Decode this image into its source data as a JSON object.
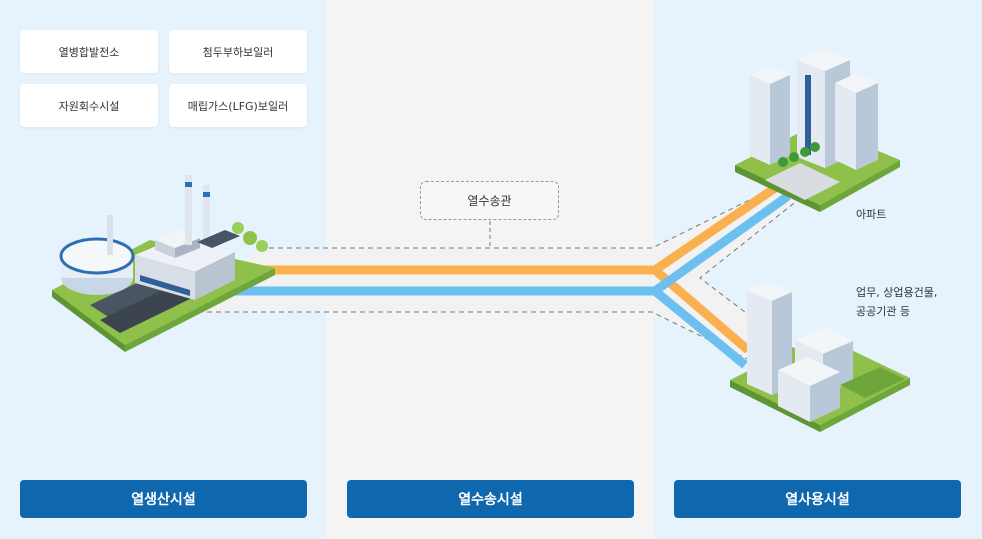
{
  "production": {
    "facilities": [
      "열병합발전소",
      "첨두부하보일러",
      "자원회수시설",
      "매립가스(LFG)보일러"
    ],
    "section_label": "열생산시설"
  },
  "transport": {
    "pipe_label": "열수송관",
    "section_label": "열수송시설"
  },
  "usage": {
    "apartment_label": "아파트",
    "commercial_label_line1": "업무, 상업용건물,",
    "commercial_label_line2": "공공기관 등",
    "section_label": "열사용시설"
  },
  "colors": {
    "supply_pipe": "#fbb050",
    "return_pipe": "#6cc0f0",
    "section_bar": "#0f67ad",
    "panel_side": "#e6f3fd",
    "panel_mid": "#f4f4f4"
  }
}
